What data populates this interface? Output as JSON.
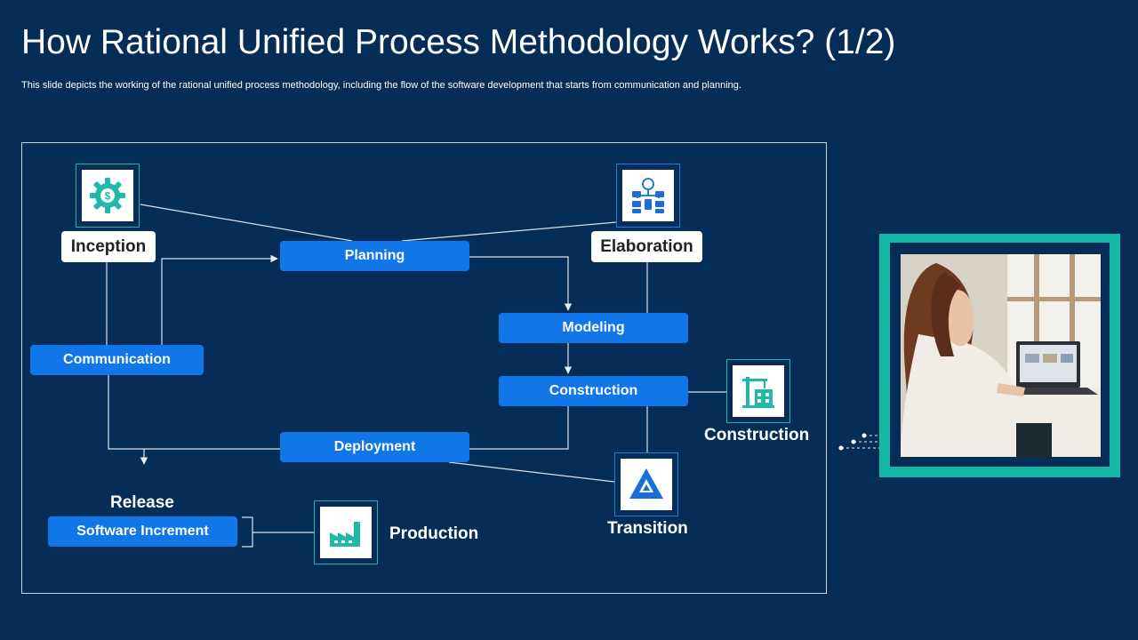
{
  "slide": {
    "title": "How Rational Unified Process Methodology Works? (1/2)",
    "subtitle": "This slide depicts the working of the rational unified process methodology, including the flow of the software development that starts from communication and planning."
  },
  "diagram": {
    "steps": {
      "planning": "Planning",
      "modeling": "Modeling",
      "construction": "Construction",
      "communication": "Communication",
      "deployment": "Deployment",
      "software_increment": "Software Increment"
    },
    "phases": {
      "inception": "Inception",
      "elaboration": "Elaboration",
      "construction": "Construction",
      "transition": "Transition",
      "release": "Release",
      "production": "Production"
    },
    "icons": {
      "inception": "gear-dollar-icon",
      "elaboration": "flowchart-icon",
      "construction": "crane-building-icon",
      "transition": "triangle-logo-icon",
      "production": "factory-icon"
    },
    "colors": {
      "background": "#062d57",
      "pill": "#1177e8",
      "teal": "#20b5a8"
    }
  }
}
